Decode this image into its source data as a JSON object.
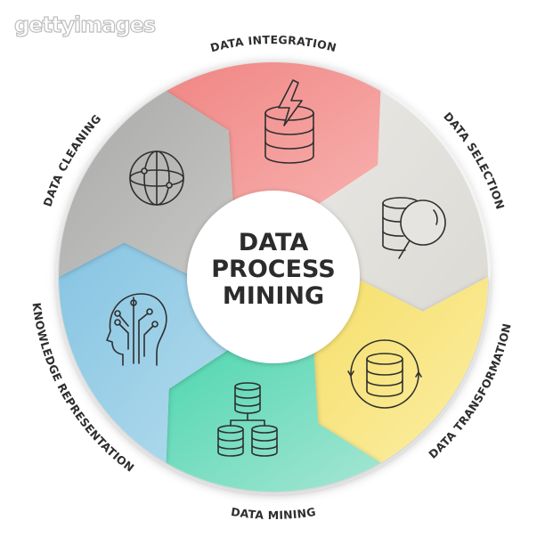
{
  "watermark": "gettyimages",
  "center": {
    "lines": [
      "DATA",
      "PROCESS",
      "MINING"
    ]
  },
  "segments": [
    {
      "label": "DATA INTEGRATION",
      "color_a": "#f08684",
      "color_b": "#f7b0ae",
      "icon": "database-lightning-icon"
    },
    {
      "label": "DATA SELECTION",
      "color_a": "#e9e7e3",
      "color_b": "#dcdad5",
      "icon": "database-search-icon"
    },
    {
      "label": "DATA TRANSFORMATION",
      "color_a": "#f6df6a",
      "color_b": "#fbeea5",
      "icon": "database-cycle-icon"
    },
    {
      "label": "DATA MINING",
      "color_a": "#4fd6b0",
      "color_b": "#a6e6d3",
      "icon": "database-network-icon"
    },
    {
      "label": "KNOWLEDGE REPRESENTATION",
      "color_a": "#86c4e2",
      "color_b": "#b3dced",
      "icon": "brain-circuit-head-icon"
    },
    {
      "label": "DATA CLEANING",
      "color_a": "#a9a9a8",
      "color_b": "#c7c7c6",
      "icon": "globe-icon"
    }
  ]
}
